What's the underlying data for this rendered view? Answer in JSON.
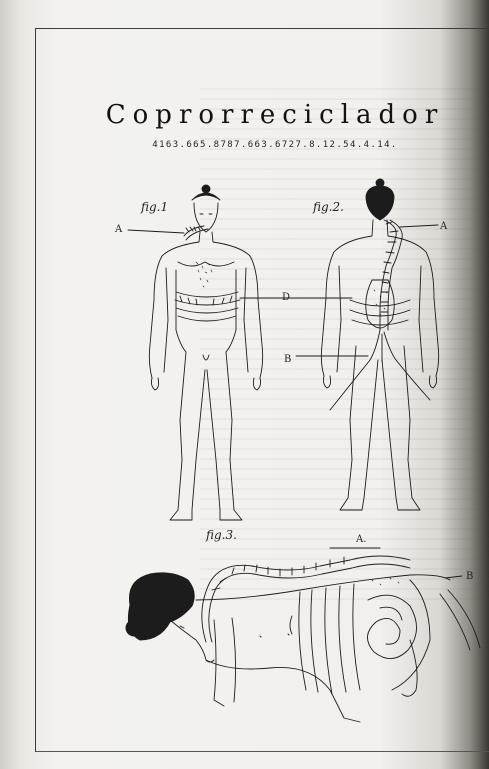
{
  "document": {
    "title": "Coprorreciclador",
    "code": "4163.665.8787.663.6727.8.12.54.4.14."
  },
  "figures": {
    "fig1": {
      "label": "fig.1"
    },
    "fig2": {
      "label": "fig.2."
    },
    "fig3": {
      "label": "fig.3."
    }
  },
  "callouts": {
    "a_fig1": "A",
    "a_fig2": "A",
    "d": "D",
    "b_fig2": "B",
    "a_fig3": "A.",
    "b_fig3": "B"
  },
  "colors": {
    "ink": "#1c1c1c",
    "paper": "#f1f0ec"
  }
}
